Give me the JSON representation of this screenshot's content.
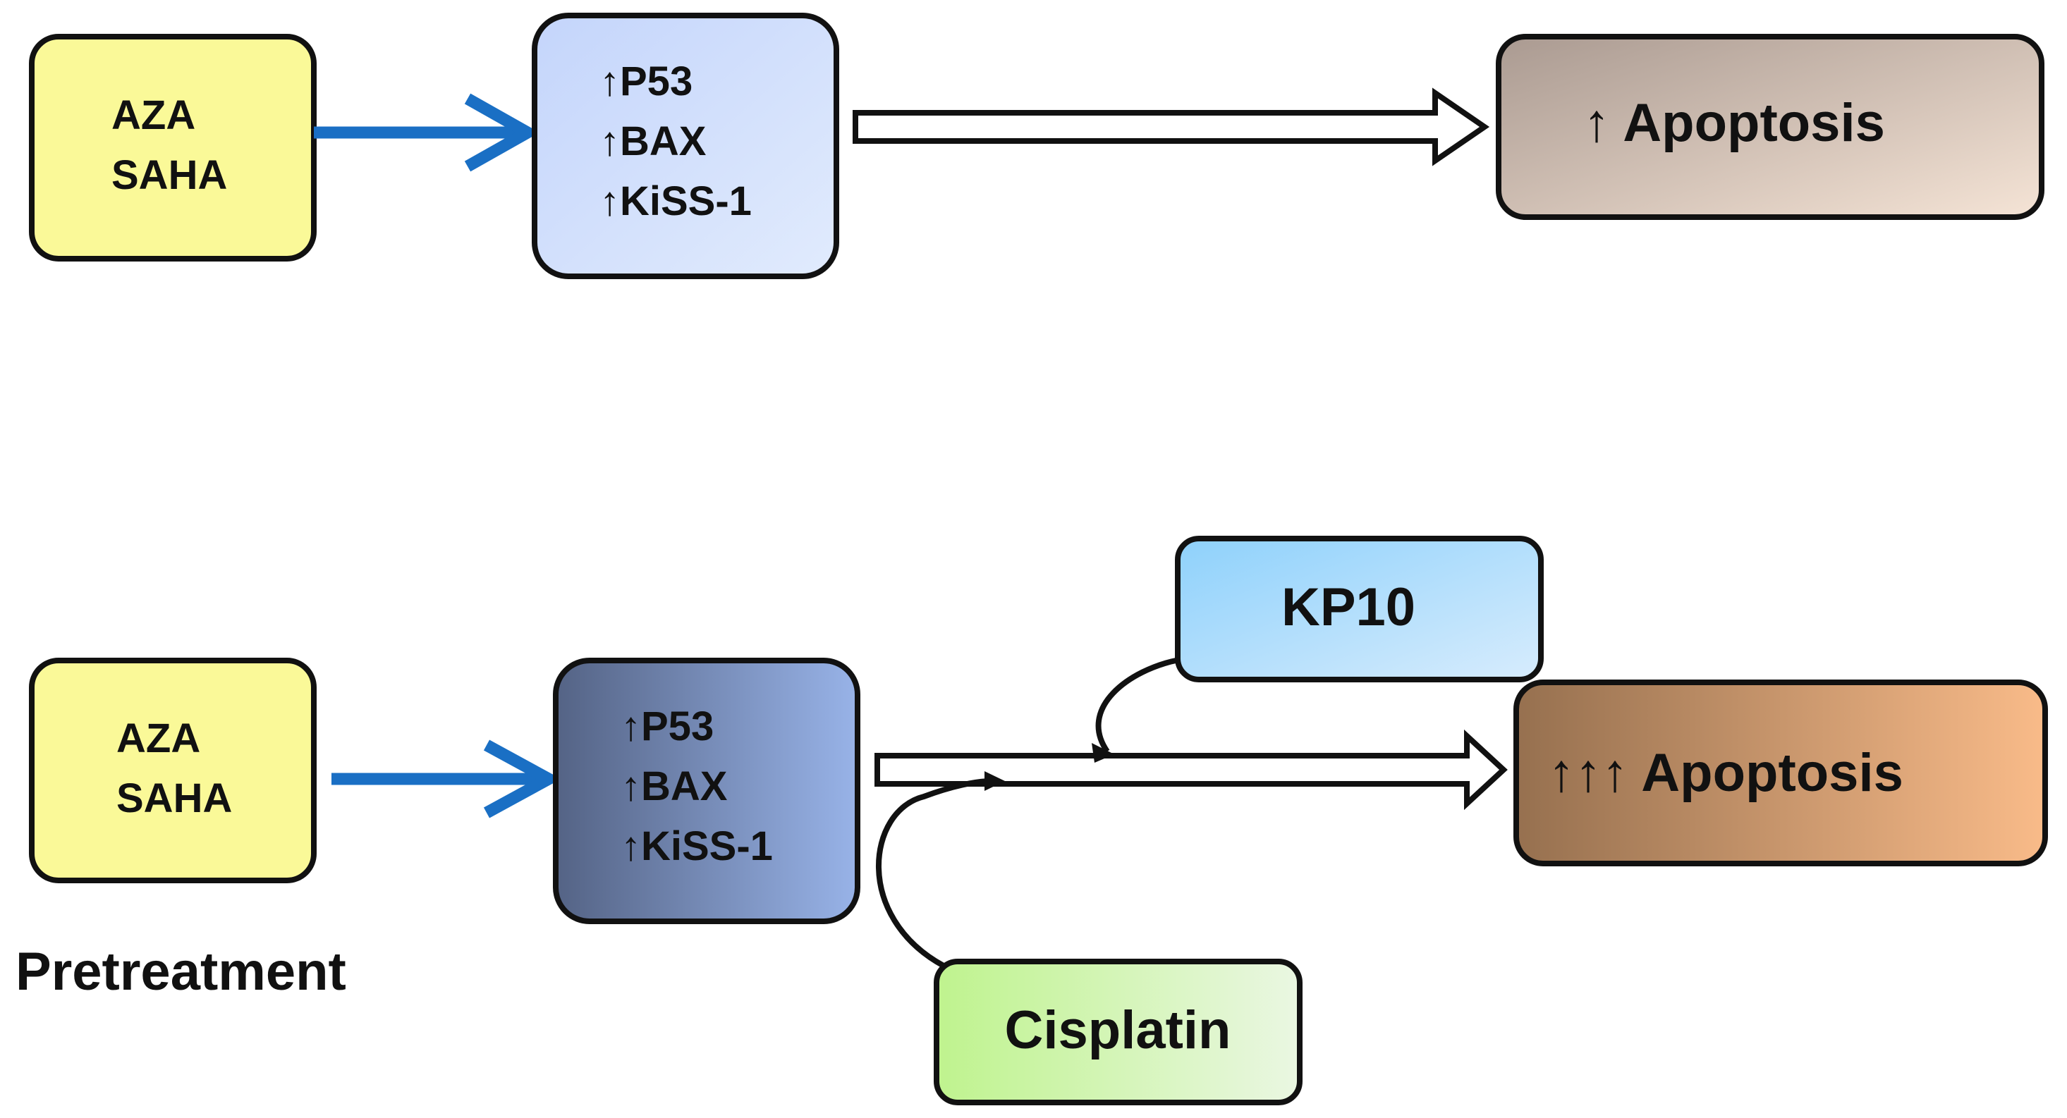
{
  "colors": {
    "stroke": "#111111",
    "drug_box": "#faf998",
    "blue_arrow": "#1a6fc4",
    "marker_light": [
      "#c4d5fb",
      "#e1ebfd"
    ],
    "marker_dark": [
      "#546385",
      "#98b3e8"
    ],
    "apoptosis_light": [
      "#aa9a91",
      "#f5e4d6"
    ],
    "apoptosis_strong": [
      "#96704f",
      "#f9bb89"
    ],
    "kp10": [
      "#8ed1fb",
      "#d7ecfd"
    ],
    "cisplatin": [
      "#bff38e",
      "#eaf7e2"
    ]
  },
  "top_row": {
    "drugs": [
      "AZA",
      "SAHA"
    ],
    "markers": [
      "↑P53",
      "↑BAX",
      "↑KiSS-1"
    ],
    "outcome": "↑ Apoptosis"
  },
  "bottom_row": {
    "drugs": [
      "AZA",
      "SAHA"
    ],
    "markers": [
      "↑P53",
      "↑BAX",
      "↑KiSS-1"
    ],
    "outcome": "↑↑↑ Apoptosis",
    "kp10": "KP10",
    "cisplatin": "Cisplatin",
    "pretreatment_label": "Pretreatment"
  }
}
